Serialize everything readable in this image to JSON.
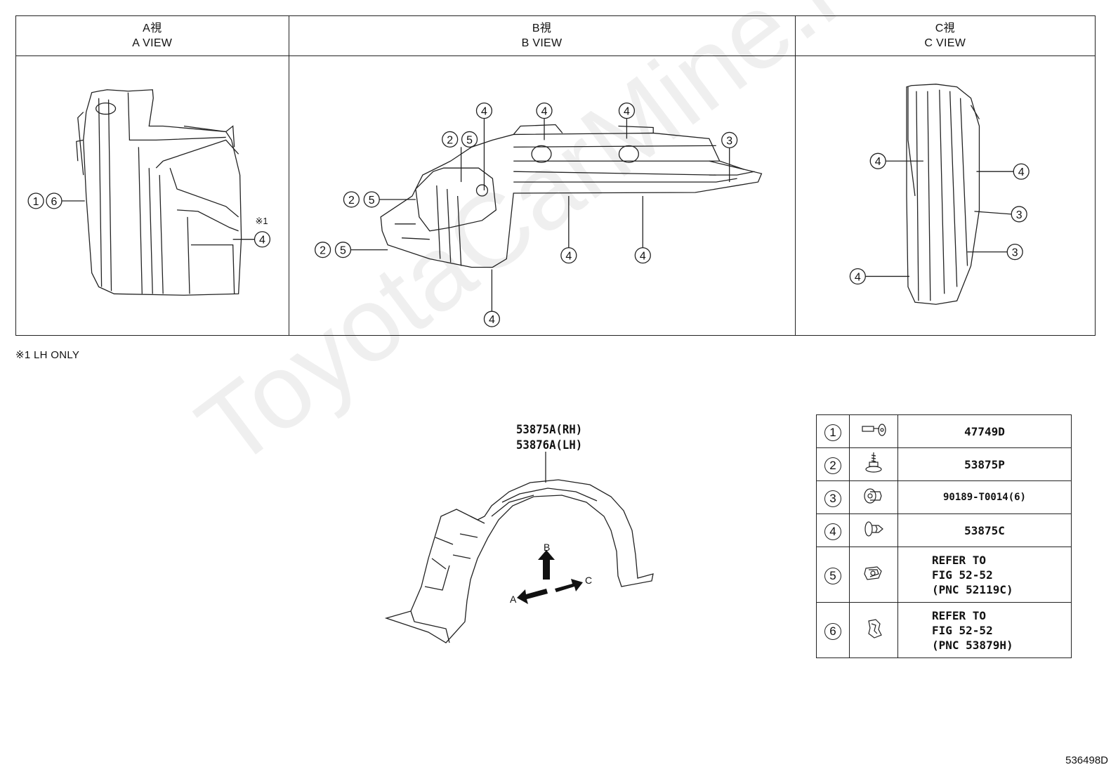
{
  "views": [
    {
      "title_jp": "A視",
      "title_en": "A VIEW"
    },
    {
      "title_jp": "B視",
      "title_en": "B VIEW"
    },
    {
      "title_jp": "C視",
      "title_en": "C VIEW"
    }
  ],
  "callouts": {
    "a": [
      "1",
      "6",
      "4"
    ],
    "a_note": "※1",
    "b": [
      "4",
      "4",
      "4",
      "2",
      "5",
      "3",
      "2",
      "5",
      "2",
      "5",
      "4",
      "4",
      "4"
    ],
    "c": [
      "4",
      "4",
      "3",
      "3",
      "4"
    ]
  },
  "footnote": "※1 LH ONLY",
  "pnc": {
    "rh": "53875A(RH)",
    "lh": "53876A(LH)"
  },
  "arrows": {
    "a": "A",
    "b": "B",
    "c": "C"
  },
  "parts": [
    {
      "num": "1",
      "icon": "bolt-washer-icon",
      "lines": [
        "47749D"
      ]
    },
    {
      "num": "2",
      "icon": "screw-icon",
      "lines": [
        "53875P"
      ]
    },
    {
      "num": "3",
      "icon": "grommet-icon",
      "lines": [
        "90189-T0014(6)"
      ]
    },
    {
      "num": "4",
      "icon": "push-clip-icon",
      "lines": [
        "53875C"
      ]
    },
    {
      "num": "5",
      "icon": "nut-clip-icon",
      "lines": [
        "REFER TO",
        "FIG 52-52",
        "(PNC 52119C)"
      ]
    },
    {
      "num": "6",
      "icon": "retainer-clip-icon",
      "lines": [
        "REFER TO",
        "FIG 52-52",
        "(PNC 53879H)"
      ]
    }
  ],
  "figure_number": "536498D",
  "watermark": "ToyotaCarMine.ru"
}
